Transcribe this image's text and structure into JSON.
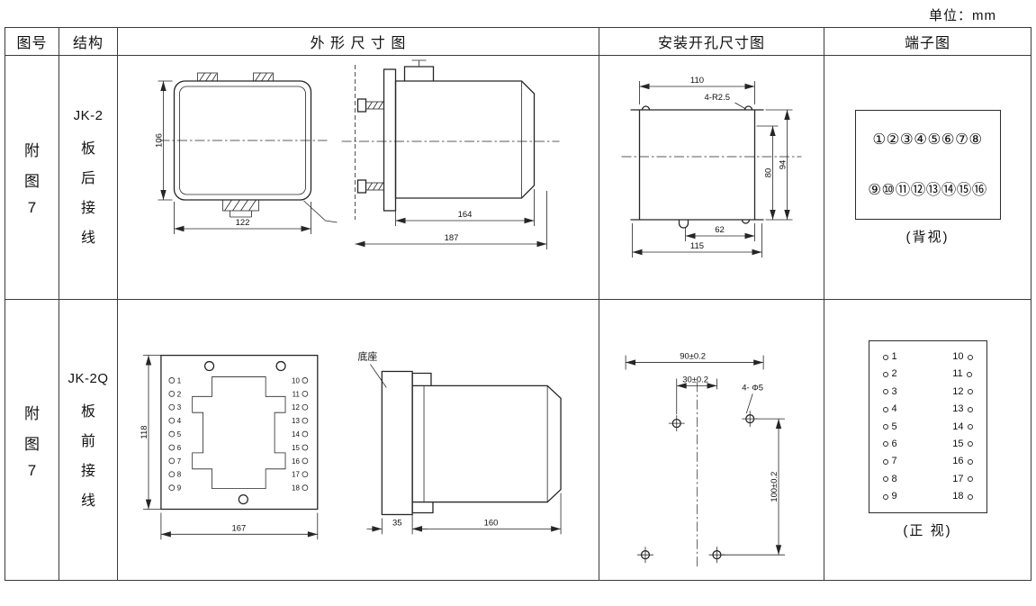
{
  "unit_label": "单位：mm",
  "line_color": "#262626",
  "headers": {
    "figure_no": "图号",
    "structure": "结构",
    "outline": "外 形 尺 寸 图",
    "install": "安装开孔尺寸图",
    "terminal": "端子图"
  },
  "rows": [
    {
      "figure_chars": [
        "附",
        "图",
        "7"
      ],
      "model": "JK-2",
      "mount_chars": [
        "板",
        "后",
        "接",
        "线"
      ],
      "outline": {
        "dim_height": "106",
        "dim_width": "122",
        "dim_depth": "164",
        "dim_total_depth": "187"
      },
      "install": {
        "dim_width": "110",
        "hole_note": "4-R2.5",
        "dim_h1": "80",
        "dim_h2": "94",
        "dim_b1": "62",
        "dim_b2": "115"
      },
      "terminal": {
        "line1": "①②③④⑤⑥⑦⑧",
        "line2": "⑨⑩⑪⑫⑬⑭⑮⑯",
        "view_label": "(背视)"
      }
    },
    {
      "figure_chars": [
        "附",
        "图",
        "7"
      ],
      "model": "JK-2Q",
      "mount_chars": [
        "板",
        "前",
        "接",
        "线"
      ],
      "outline": {
        "dim_height": "118",
        "dim_width": "167",
        "base_label": "底座",
        "dim_base": "35",
        "dim_depth": "160"
      },
      "install": {
        "dim_w": "90±0.2",
        "dim_offset": "30±0.2",
        "hole_note": "4- Φ5",
        "dim_h": "100±0.2"
      },
      "terminal": {
        "left": [
          "1",
          "2",
          "3",
          "4",
          "5",
          "6",
          "7",
          "8",
          "9"
        ],
        "right": [
          "10",
          "11",
          "12",
          "13",
          "14",
          "15",
          "16",
          "17",
          "18"
        ],
        "view_label": "(正 视)"
      }
    }
  ]
}
